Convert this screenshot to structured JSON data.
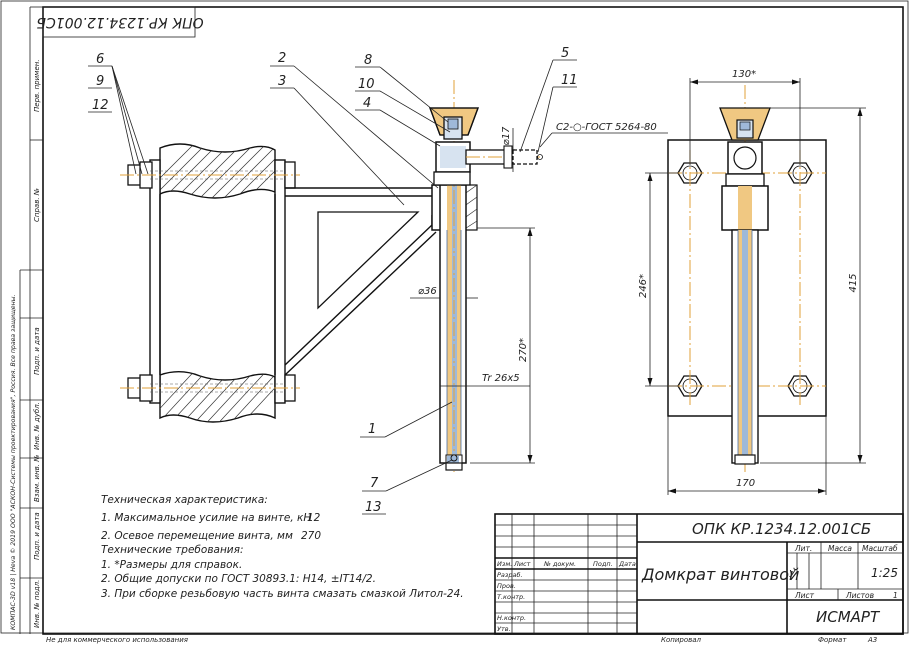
{
  "frame": {
    "bottom_left_text": "Не для коммерческого использования",
    "bottom_center_text": "Копировал",
    "bottom_right_format_label": "Формат",
    "bottom_right_format_value": "A3",
    "side_copyright": "КОМПАС-3D v18 | Нeva © 2019 ООО \"АСКОН-Системы проектирования\", Россия. Все права защищены.",
    "side_stamps": [
      "Перв. примен.",
      "Справ. №",
      "Подп. и дата",
      "Инв. № дубл.",
      "Взам. инв. №",
      "Подп. и дата",
      "Инв. № подл."
    ]
  },
  "stamp_code_inverted": "ОПК КР.1234.12.001СБ",
  "title_block": {
    "designation": "ОПК КР.1234.12.001СБ",
    "name": "Домкрат винтовой",
    "headers": {
      "lit": "Лит.",
      "mass": "Масса",
      "scale": "Масштаб"
    },
    "lit_value": "У",
    "scale_value": "1:25",
    "sheet_label": "Лист",
    "sheets_label": "Листов",
    "sheets_value": "1",
    "org": "ИСМАРТ",
    "col_headers": [
      "Изм.",
      "Лист",
      "№ докум.",
      "Подп.",
      "Дата"
    ],
    "roles": [
      "Разраб.",
      "Пров.",
      "Т.контр.",
      "",
      "Н.контр.",
      "Утв."
    ]
  },
  "notes": {
    "spec_title": "Техническая характеристика:",
    "spec_items": [
      {
        "text": "1. Максимальное усилие на винте, кН",
        "value": "12"
      },
      {
        "text": "2. Осевое перемещение винта, мм",
        "value": "270"
      }
    ],
    "req_title": "Технические требования:",
    "req_items": [
      "1. *Размеры для справок.",
      "2. Общие допуски по ГОСТ 30893.1: H14, ±IT14/2.",
      "3. При сборке резьбовую часть винта смазать смазкой Литол-24."
    ]
  },
  "callouts": [
    "6",
    "9",
    "12",
    "2",
    "3",
    "8",
    "10",
    "4",
    "5",
    "11",
    "1",
    "7",
    "13"
  ],
  "weld_note": "С2-○-ГОСТ 5264-80",
  "dimensions": {
    "d17": "⌀17",
    "d36": "⌀36",
    "len270": "270*",
    "thread": "Tr 26x5",
    "w130": "130*",
    "h246": "246*",
    "h415": "415",
    "w170": "170"
  },
  "colors": {
    "steel": "#9fb9d9",
    "thread": "#f0c882",
    "axis": "#e2a23a",
    "outline": "#111111"
  }
}
